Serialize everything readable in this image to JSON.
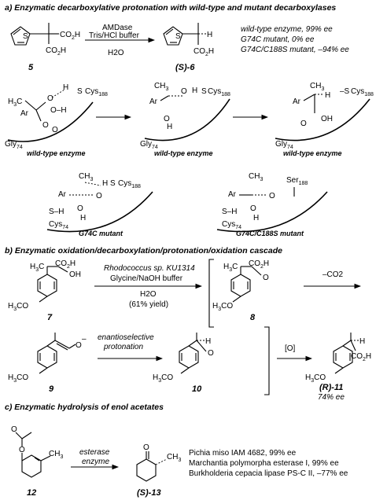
{
  "sections": {
    "a": "a) Enzymatic decarboxylative protonation with wild-type and mutant decarboxylases",
    "b": "b) Enzymatic oxidation/decarboxylation/protonation/oxidation cascade",
    "c": "c) Enzymatic hydrolysis of enol acetates"
  },
  "compounds": {
    "c5": "5",
    "c6": "(S)-6",
    "c7": "7",
    "c8": "8",
    "c9": "9",
    "c10": "10",
    "c11": "(R)-11",
    "c12": "12",
    "c13": "(S)-13"
  },
  "reaction_a": {
    "reagent1": "AMDase",
    "reagent2": "Tris/HCl buffer",
    "reagent3": "H2O",
    "results": [
      "wild-type enzyme, 99% ee",
      "G74C mutant, 0% ee",
      "G74C/C188S mutant, –94% ee"
    ]
  },
  "mechanism": {
    "wildtype_label": "wild-type enzyme",
    "g74c_label": "G74C mutant",
    "double_label": "G74C/C188S mutant"
  },
  "reaction_b": {
    "reagent1": "Rhodococcus sp. KU1314",
    "reagent2": "Glycine/NaOH buffer",
    "reagent3": "H2O",
    "reagent4": "(61% yield)",
    "loss": "–CO2",
    "step_top": "enantioselective",
    "step_bottom": "protonation",
    "ox": "[O]",
    "ee": "74% ee"
  },
  "reaction_c": {
    "reagent1": "esterase",
    "reagent2": "enzyme",
    "results": [
      "Pichia miso IAM 4682, 99% ee",
      "Marchantia polymorpha esterase I, 99% ee",
      "Burkholderia cepacia lipase PS-C II, –77% ee"
    ]
  }
}
